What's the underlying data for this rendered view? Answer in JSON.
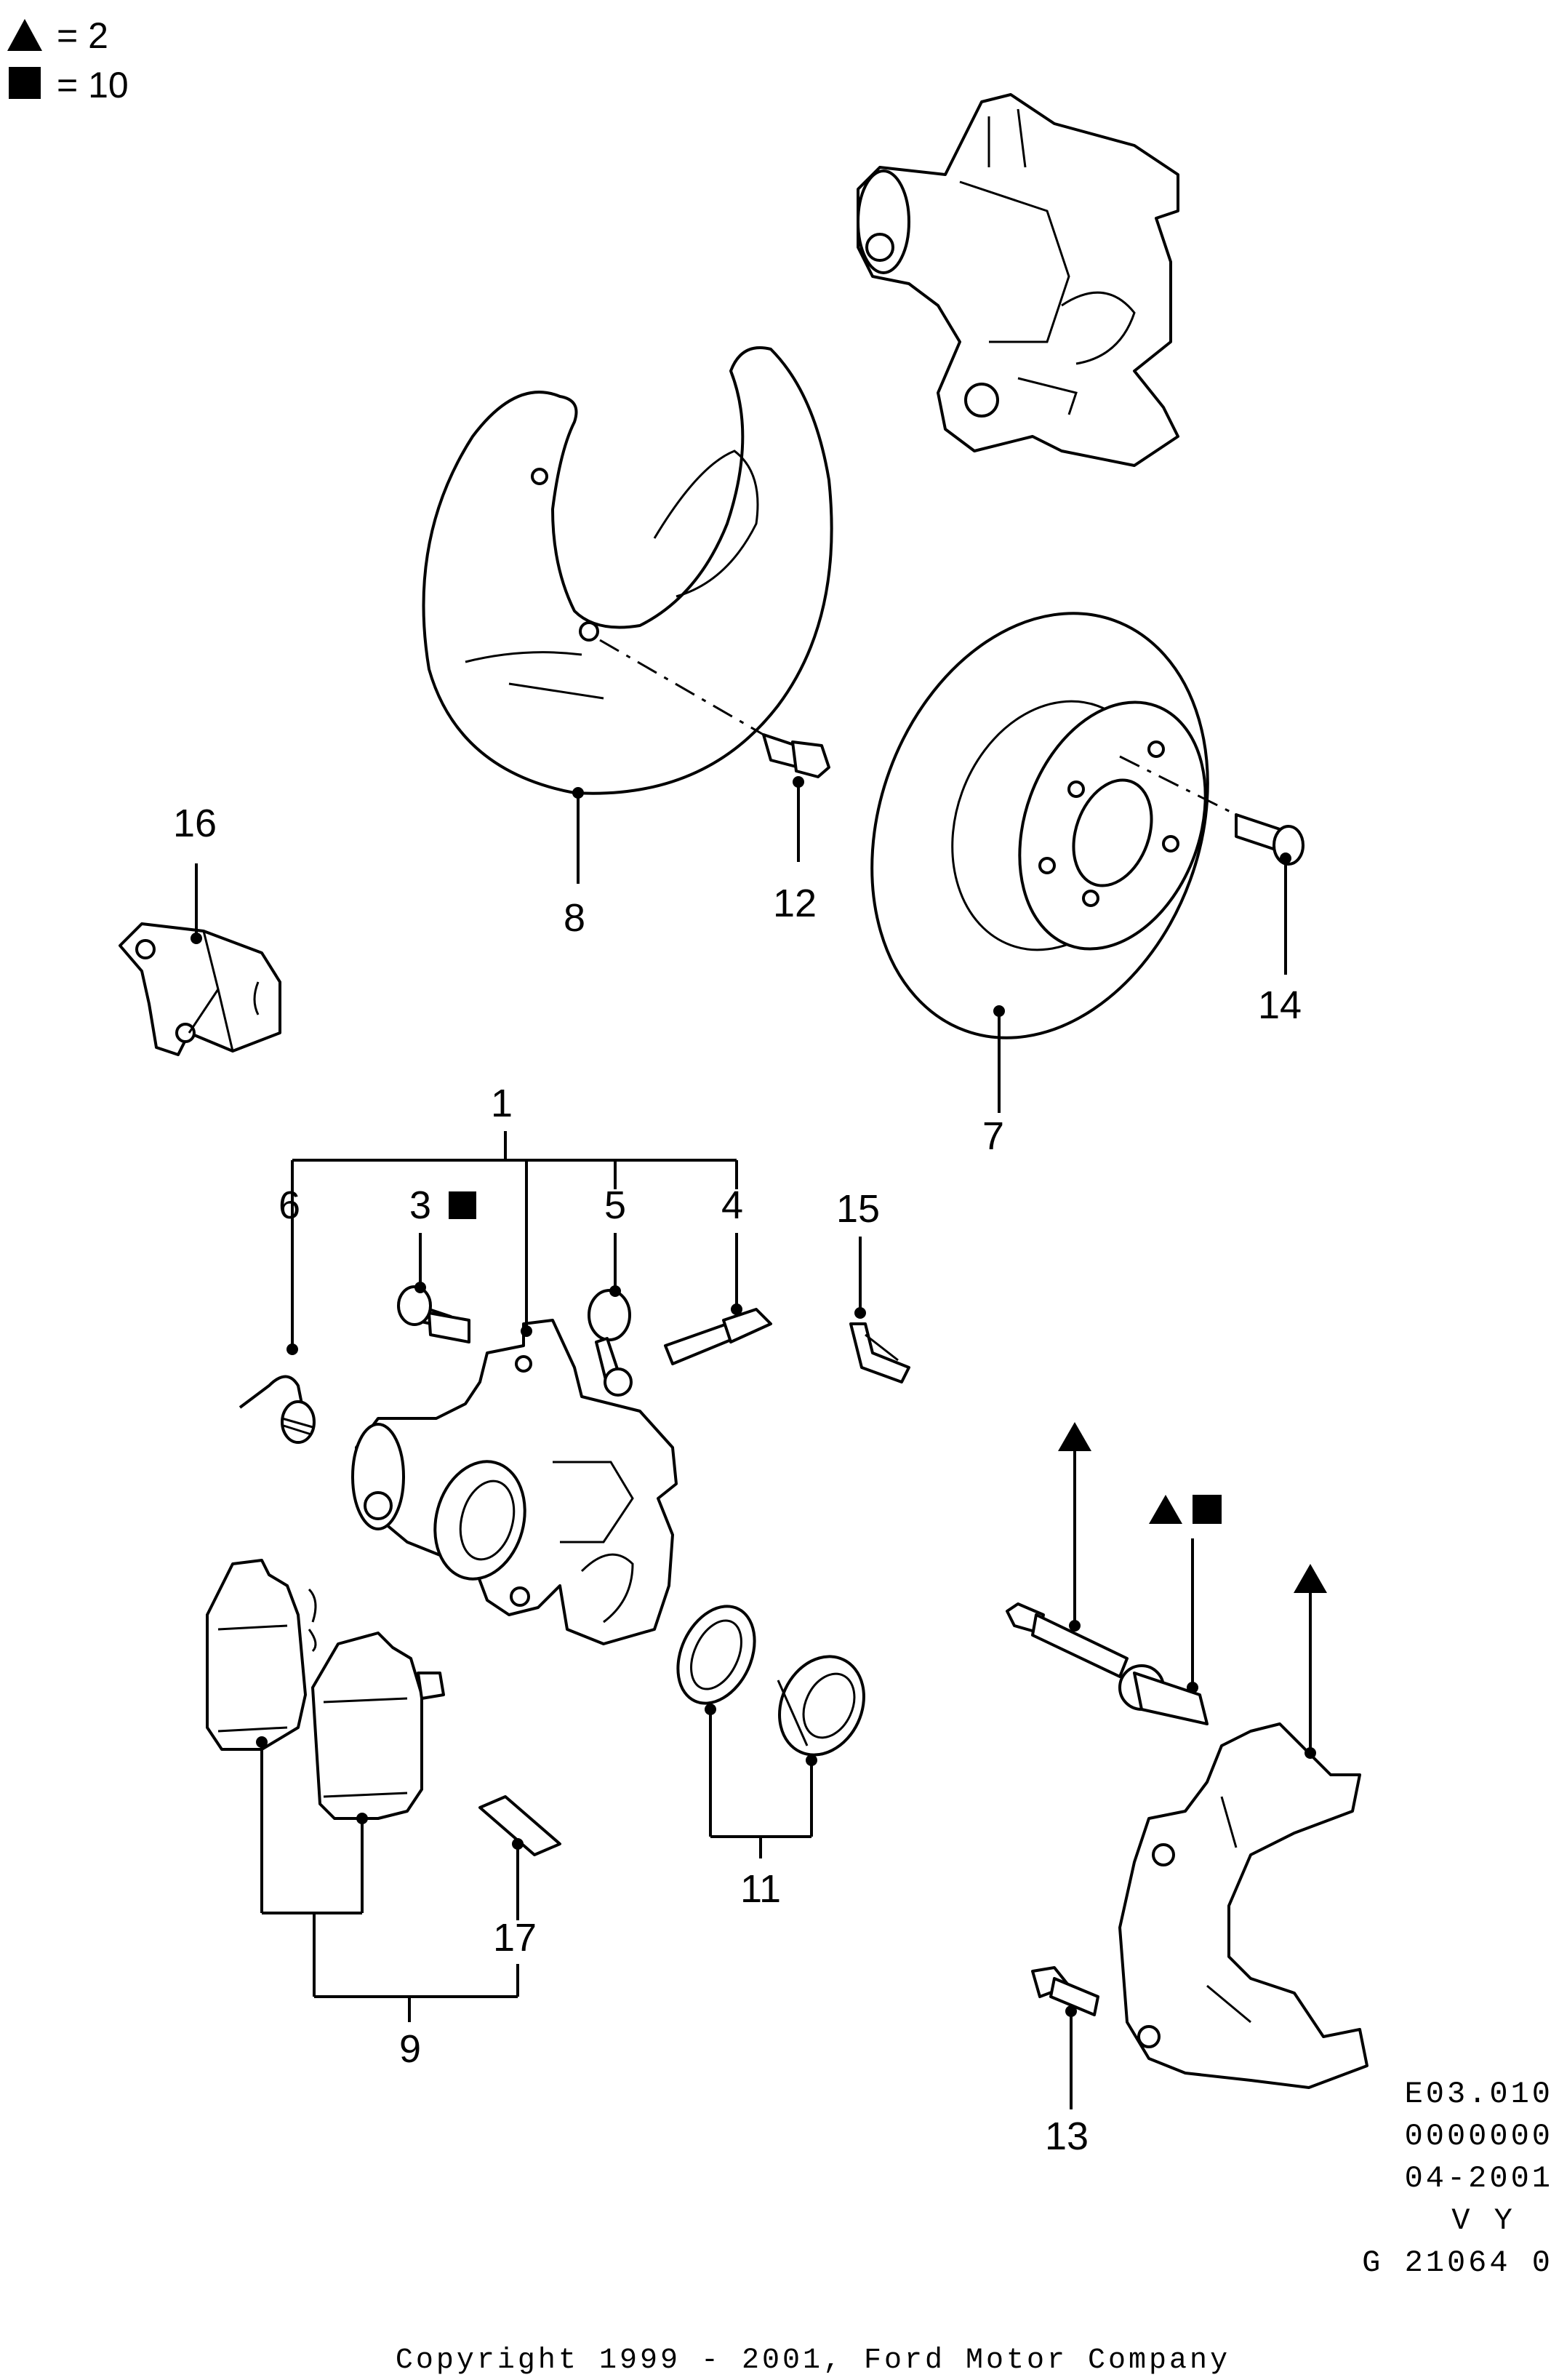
{
  "legend": [
    {
      "symbol": "triangle",
      "text": "=  2"
    },
    {
      "symbol": "square",
      "text": "= 10"
    }
  ],
  "callouts": {
    "c1": "1",
    "c2": "3",
    "c3": "4",
    "c4": "5",
    "c5": "6",
    "c6": "7",
    "c7": "8",
    "c8": "9",
    "c9": "11",
    "c10": "12",
    "c11": "13",
    "c12": "14",
    "c13": "15",
    "c14": "16",
    "c15": "17"
  },
  "reference_block": [
    "E03.010",
    "0000000",
    "04-2001",
    "V Y",
    "G 21064 0"
  ],
  "copyright": "Copyright 1999 - 2001, Ford Motor Company",
  "colors": {
    "ink": "#000000",
    "background": "#ffffff"
  }
}
